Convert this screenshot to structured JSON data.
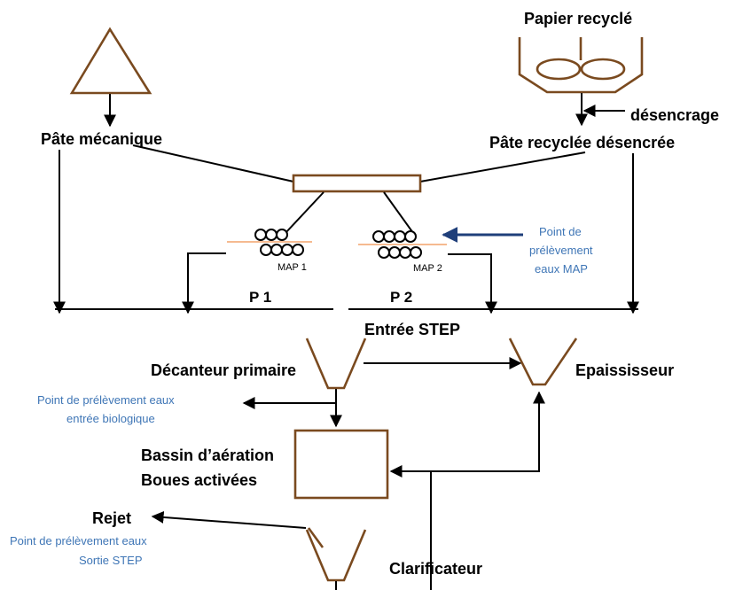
{
  "labels": {
    "papier_recycle": "Papier recyclé",
    "desencrage": "désencrage",
    "pate_recyclee": "Pâte recyclée désencrée",
    "pate_mecanique": "Pâte mécanique",
    "map1": "MAP 1",
    "map2": "MAP 2",
    "p1": "P 1",
    "p2": "P 2",
    "entree_step": "Entrée STEP",
    "decanteur": "Décanteur primaire",
    "epaississeur": "Epaississeur",
    "bassin_line1": "Bassin d’aération",
    "bassin_line2": "Boues activées",
    "rejet": "Rejet",
    "clarificateur": "Clarificateur"
  },
  "sampling_points": {
    "map_line1": "Point de",
    "map_line2": "prélèvement",
    "map_line3": "eaux MAP",
    "bio_line1": "Point de prélèvement eaux",
    "bio_line2": "entrée biologique",
    "out_line1": "Point de prélèvement eaux",
    "out_line2": "Sortie STEP"
  },
  "colors": {
    "equipment": "#7a4a1f",
    "sampling_text": "#3f76b6",
    "felt_line": "#f2a46b"
  }
}
